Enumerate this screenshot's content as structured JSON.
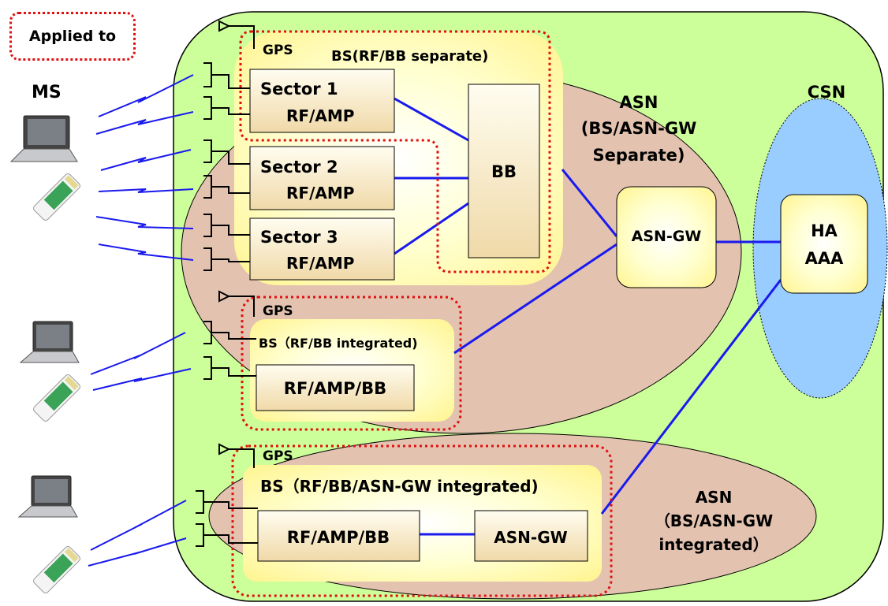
{
  "legend": {
    "label": "Applied to"
  },
  "labels": {
    "ms": "MS",
    "csn": "CSN",
    "asn_sep": [
      "ASN",
      "(BS/ASN-GW",
      "Separate)"
    ],
    "asn_int": [
      "ASN",
      "（BS/ASN-GW",
      "integrated）"
    ]
  },
  "bs_separate": {
    "title": "BS(RF/BB separate)",
    "gps": "GPS",
    "sectors": [
      {
        "title": "Sector 1",
        "sub": "RF/AMP"
      },
      {
        "title": "Sector 2",
        "sub": "RF/AMP"
      },
      {
        "title": "Sector 3",
        "sub": "RF/AMP"
      }
    ],
    "bb": "BB"
  },
  "asn_gw_mid": "ASN-GW",
  "ha_aaa": [
    "HA",
    "AAA"
  ],
  "bs_integrated": {
    "gps": "GPS",
    "title": "BS（RF/BB integrated)",
    "box": "RF/AMP/BB"
  },
  "bs_asn_integrated": {
    "gps": "GPS",
    "title": "BS（RF/BB/ASN-GW  integrated)",
    "box1": "RF/AMP/BB",
    "box2": "ASN-GW"
  },
  "colors": {
    "green_zone": "#ccff99",
    "asn_fill": "#e3c3b0",
    "csn_fill": "#99ccff",
    "bs_fill": "#ffffc2",
    "link": "#1a1aee",
    "applied_border": "#e01010"
  }
}
